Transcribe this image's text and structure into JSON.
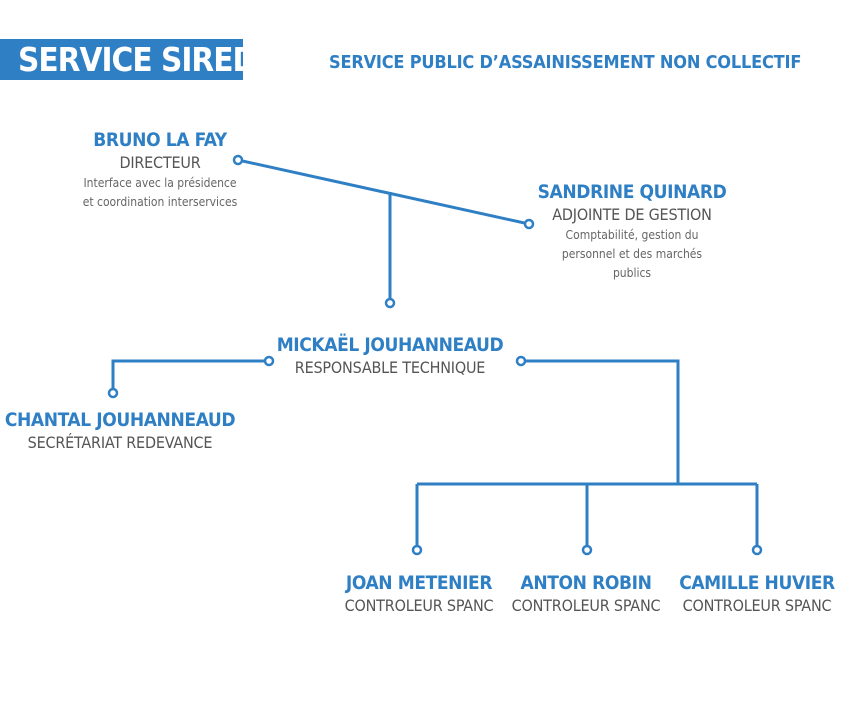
{
  "header": {
    "title": "SERVICE SIRED",
    "subtitle": "SERVICE PUBLIC D’ASSAINISSEMENT NON COLLECTIF"
  },
  "colors": {
    "accent": "#2f7fc5",
    "text_gray": "#555555"
  },
  "people": {
    "director": {
      "name": "BRUNO LA FAY",
      "role": "DIRECTEUR",
      "desc1": "Interface avec la présidence",
      "desc2": "et coordination interservices"
    },
    "deputy": {
      "name": "SANDRINE QUINARD",
      "role": "ADJOINTE DE GESTION",
      "desc1": "Comptabilité, gestion du",
      "desc2": "personnel et des marchés",
      "desc3": "publics"
    },
    "technical": {
      "name": "MICKAËL JOUHANNEAUD",
      "role": "RESPONSABLE TECHNIQUE"
    },
    "secretary": {
      "name": "CHANTAL JOUHANNEAUD",
      "role": "SECRÉTARIAT REDEVANCE"
    },
    "controller1": {
      "name": "JOAN METENIER",
      "role": "CONTROLEUR SPANC"
    },
    "controller2": {
      "name": "ANTON ROBIN",
      "role": "CONTROLEUR SPANC"
    },
    "controller3": {
      "name": "CAMILLE HUVIER",
      "role": "CONTROLEUR SPANC"
    }
  }
}
